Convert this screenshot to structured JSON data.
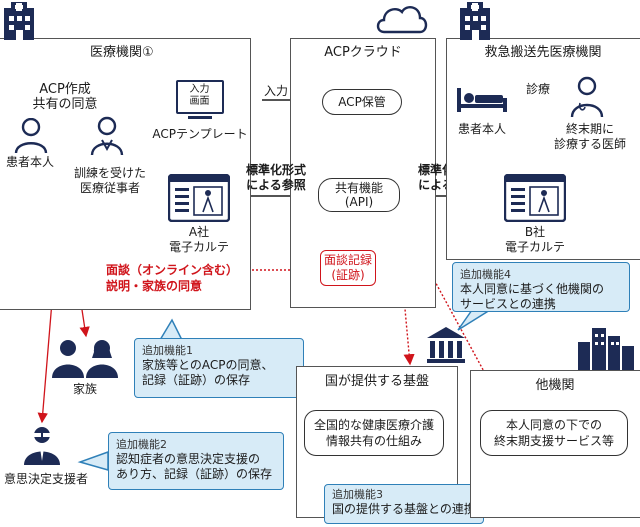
{
  "hospital1": {
    "title": "医療機関①",
    "acp_create": "ACP作成",
    "consent": "共有の同意",
    "patient": "患者本人",
    "staff_line1": "訓練を受けた",
    "staff_line2": "医療従事者",
    "input_screen_line1": "入力",
    "input_screen_line2": "画面",
    "template": "ACPテンプレート",
    "company_a_line1": "A社",
    "company_a_line2": "電子カルテ",
    "interview_line1": "面談（オンライン含む）",
    "interview_line2": "説明・家族の同意"
  },
  "cloud": {
    "title": "ACPクラウド",
    "input_label": "入力",
    "storage": "ACP保管",
    "shared_line1": "共有機能",
    "shared_line2": "(API)",
    "record_line1": "面談記録",
    "record_line2": "(証跡)"
  },
  "emergency": {
    "title": "救急搬送先医療機関",
    "patient": "患者本人",
    "diagnosis": "診療",
    "doctor_line1": "終末期に",
    "doctor_line2": "診療する医師",
    "company_b_line1": "B社",
    "company_b_line2": "電子カルテ"
  },
  "reference_left": {
    "line1": "標準化形式",
    "line2": "による参照"
  },
  "reference_right": {
    "line1": "標準化形式",
    "line2": "による参照"
  },
  "family": "家族",
  "decision_supporter": "意思決定支援者",
  "national": {
    "title": "国が提供する基盤",
    "inner_line1": "全国的な健康医療介護",
    "inner_line2": "情報共有の仕組み"
  },
  "other_org": {
    "title": "他機関",
    "inner_line1": "本人同意の下での",
    "inner_line2": "終末期支援サービス等"
  },
  "callout1": {
    "label": "追加機能1",
    "line1": "家族等とのACPの同意、",
    "line2": "記録（証跡）の保存"
  },
  "callout2": {
    "label": "追加機能2",
    "line1": "認知症者の意思決定支援の",
    "line2": "あり方、記録（証跡）の保存"
  },
  "callout3": {
    "label": "追加機能3",
    "line1": "国の提供する基盤との連携"
  },
  "callout4": {
    "label": "追加機能4",
    "line1": "本人同意に基づく他機関の",
    "line2": "サービスとの連携"
  },
  "colors": {
    "red": "#d0141b",
    "navy": "#1d2b55",
    "callout_fill": "#d7ebf7",
    "callout_border": "#2f80b8"
  }
}
